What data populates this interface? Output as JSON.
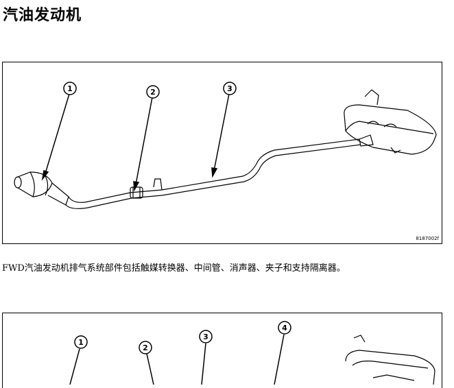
{
  "page": {
    "title": "汽油发动机"
  },
  "figure1": {
    "code": "8187002f",
    "caption": "FWD汽油发动机排气系统部件包括触媒转换器、中间管、消声器、夹子和支持隔离器。",
    "callouts": [
      "1",
      "2",
      "3"
    ]
  },
  "figure2": {
    "callouts": [
      "1",
      "2",
      "3",
      "4"
    ]
  }
}
